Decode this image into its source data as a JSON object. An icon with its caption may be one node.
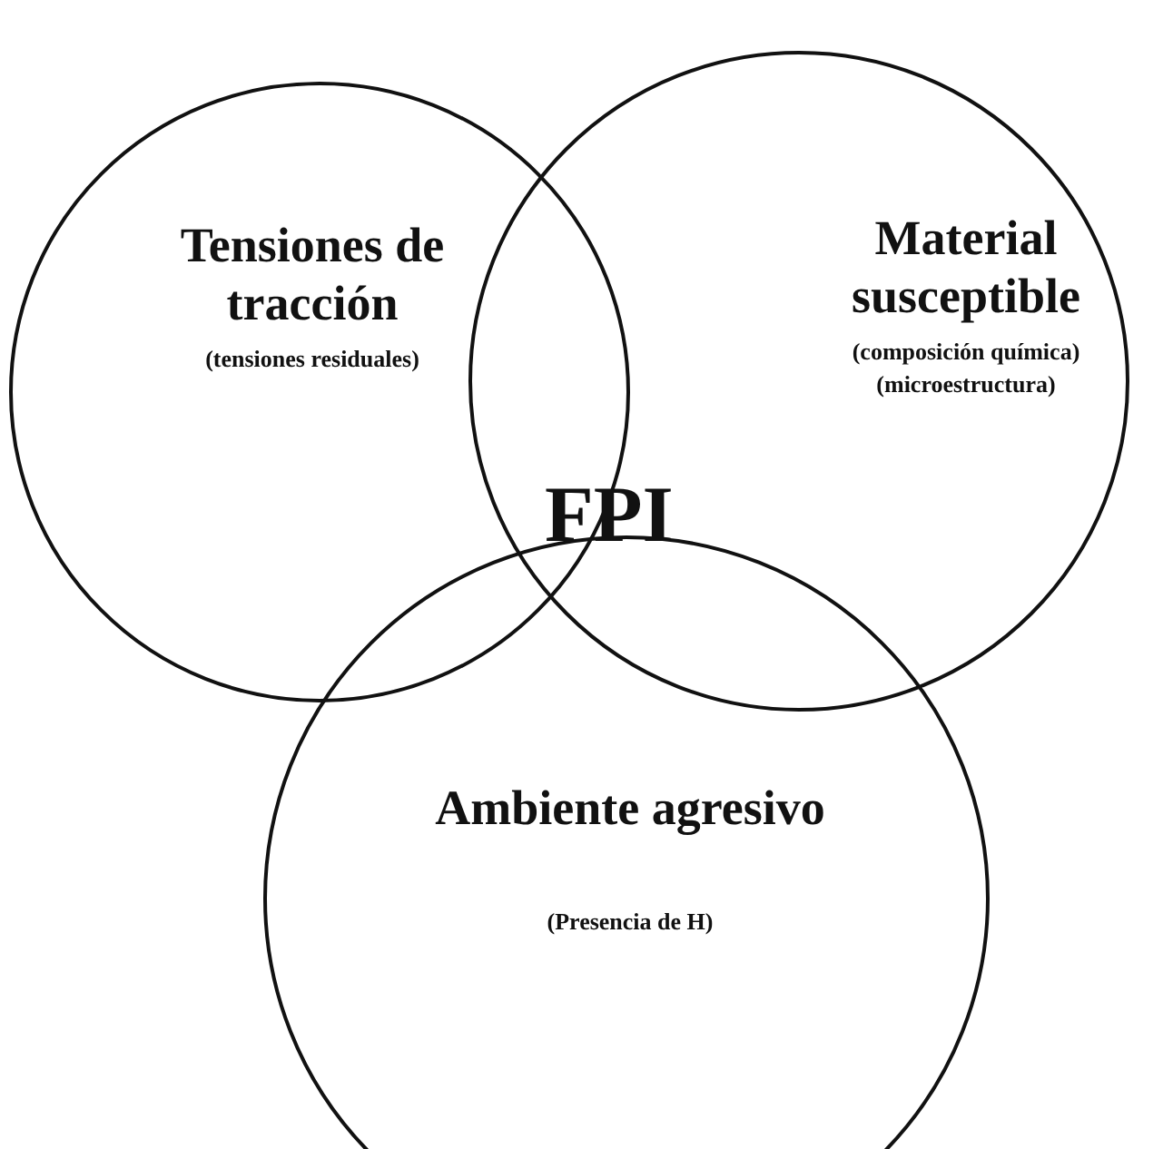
{
  "diagram": {
    "nodes": [
      {
        "text": [
          "Tensiones de tracción",
          "(tensiones residuales)"
        ]
      },
      {
        "text": [
          "Material susceptible",
          "(composición química)",
          "(microestructura)"
        ]
      },
      {
        "text": [
          "Ambiente agresivo",
          "(Presencia de H)"
        ]
      }
    ],
    "edges": [],
    "labels": [
      "FPI"
    ]
  }
}
